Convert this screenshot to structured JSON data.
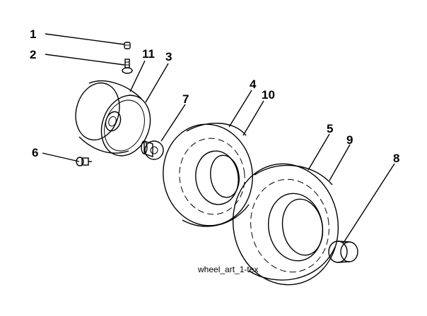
{
  "callouts": {
    "c1": "1",
    "c2": "2",
    "c3": "3",
    "c4": "4",
    "c5": "5",
    "c6": "6",
    "c7": "7",
    "c8": "8",
    "c9": "9",
    "c10": "10",
    "c11": "11"
  },
  "caption": "wheel_art_1-tex"
}
